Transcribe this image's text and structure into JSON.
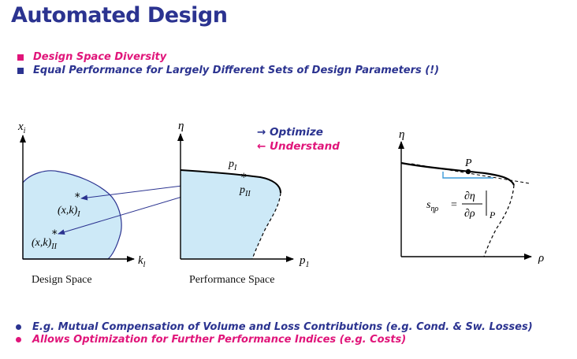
{
  "title": "Automated Design",
  "top_bullets": [
    {
      "text": "Design Space Diversity",
      "color": "#e0157a"
    },
    {
      "text": "Equal Performance for Largely Different Sets of Design Parameters (!)",
      "color": "#2b3390"
    }
  ],
  "legend": {
    "optimize": "→  Optimize",
    "understand": "←  Understand",
    "optimize_color": "#2b3390",
    "understand_color": "#e0157a"
  },
  "design_space": {
    "caption": "Design Space",
    "y_axis": "x",
    "y_axis_sub": "i",
    "x_axis": "k",
    "x_axis_sub": "l",
    "point_I": "(x,k)",
    "point_I_sub": "I",
    "point_II": "(x,k)",
    "point_II_sub": "II"
  },
  "performance_space": {
    "caption": "Performance Space",
    "y_axis": "η",
    "x_axis": "p",
    "x_axis_sub": "1",
    "point_I": "p",
    "point_I_sub": "I",
    "point_II": "p",
    "point_II_sub": "II"
  },
  "pareto_plot": {
    "y_axis": "η",
    "x_axis": "ρ",
    "point": "P",
    "formula_lhs": "s",
    "formula_lhs_sub": "ηρ",
    "formula_num": "∂η",
    "formula_den": "∂ρ",
    "formula_eval": "P"
  },
  "bottom_bullets": [
    {
      "text": "E.g. Mutual Compensation  of Volume and Loss Contributions (e.g. Cond. & Sw. Losses)",
      "color": "#2b3390"
    },
    {
      "text": "Allows  Optimization for Further Performance Indices (e.g. Costs)",
      "color": "#e0157a"
    }
  ],
  "colors": {
    "fill": "#cde9f7",
    "navy": "#2b3390",
    "magenta": "#e0157a"
  }
}
